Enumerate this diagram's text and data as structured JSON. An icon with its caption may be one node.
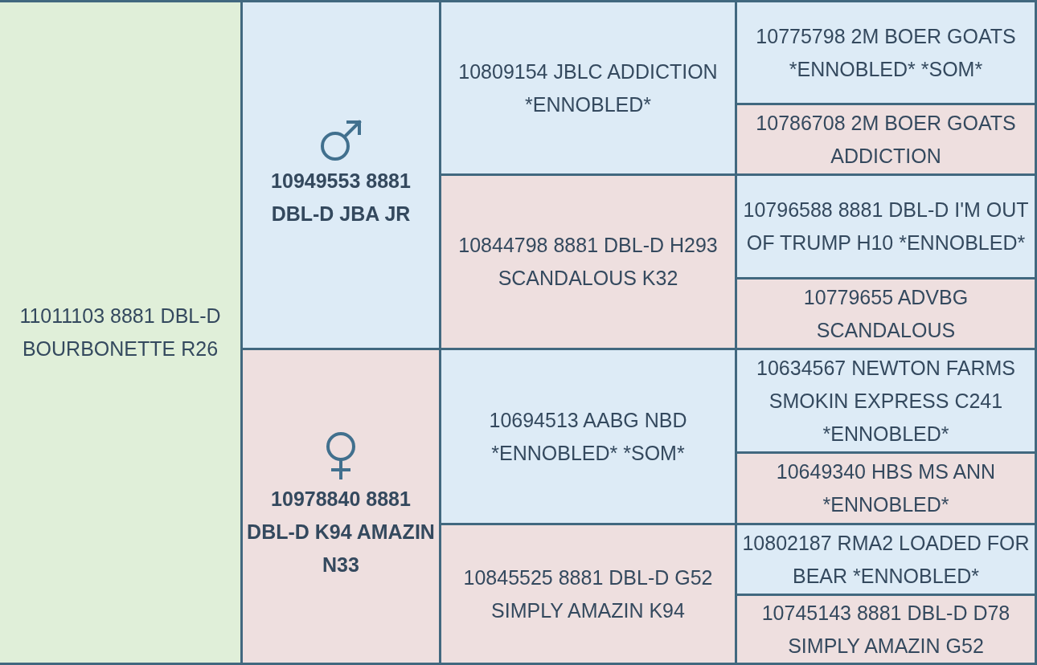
{
  "diagram": {
    "nodes": [
      {
        "text": [
          "11011103 8881 DBL-D BOURBONETTE R26"
        ]
      },
      {
        "text": [
          "10949553 8881 DBL-D JBA JR"
        ]
      },
      {
        "text": [
          "10809154 JBLC ADDICTION *ENNOBLED*"
        ]
      },
      {
        "text": [
          "10775798 2M BOER GOATS *ENNOBLED* *SOM*"
        ]
      },
      {
        "text": [
          "10786708 2M BOER GOATS ADDICTION"
        ]
      },
      {
        "text": [
          "10844798 8881 DBL-D H293 SCANDALOUS K32"
        ]
      },
      {
        "text": [
          "10796588 8881 DBL-D I'M OUT OF TRUMP H10 *ENNOBLED*"
        ]
      },
      {
        "text": [
          "10779655 ADVBG SCANDALOUS"
        ]
      },
      {
        "text": [
          "10978840 8881 DBL-D K94 AMAZIN N33"
        ]
      },
      {
        "text": [
          "10694513 AABG NBD *ENNOBLED* *SOM*"
        ]
      },
      {
        "text": [
          "10634567 NEWTON FARMS SMOKIN EXPRESS C241 *ENNOBLED*"
        ]
      },
      {
        "text": [
          "10649340 HBS MS ANN *ENNOBLED*"
        ]
      },
      {
        "text": [
          "10845525 8881 DBL-D G52 SIMPLY AMAZIN K94"
        ]
      },
      {
        "text": [
          "10802187 RMA2 LOADED FOR BEAR *ENNOBLED*"
        ]
      },
      {
        "text": [
          "10745143 8881 DBL-D D78 SIMPLY AMAZIN G52"
        ]
      }
    ]
  }
}
